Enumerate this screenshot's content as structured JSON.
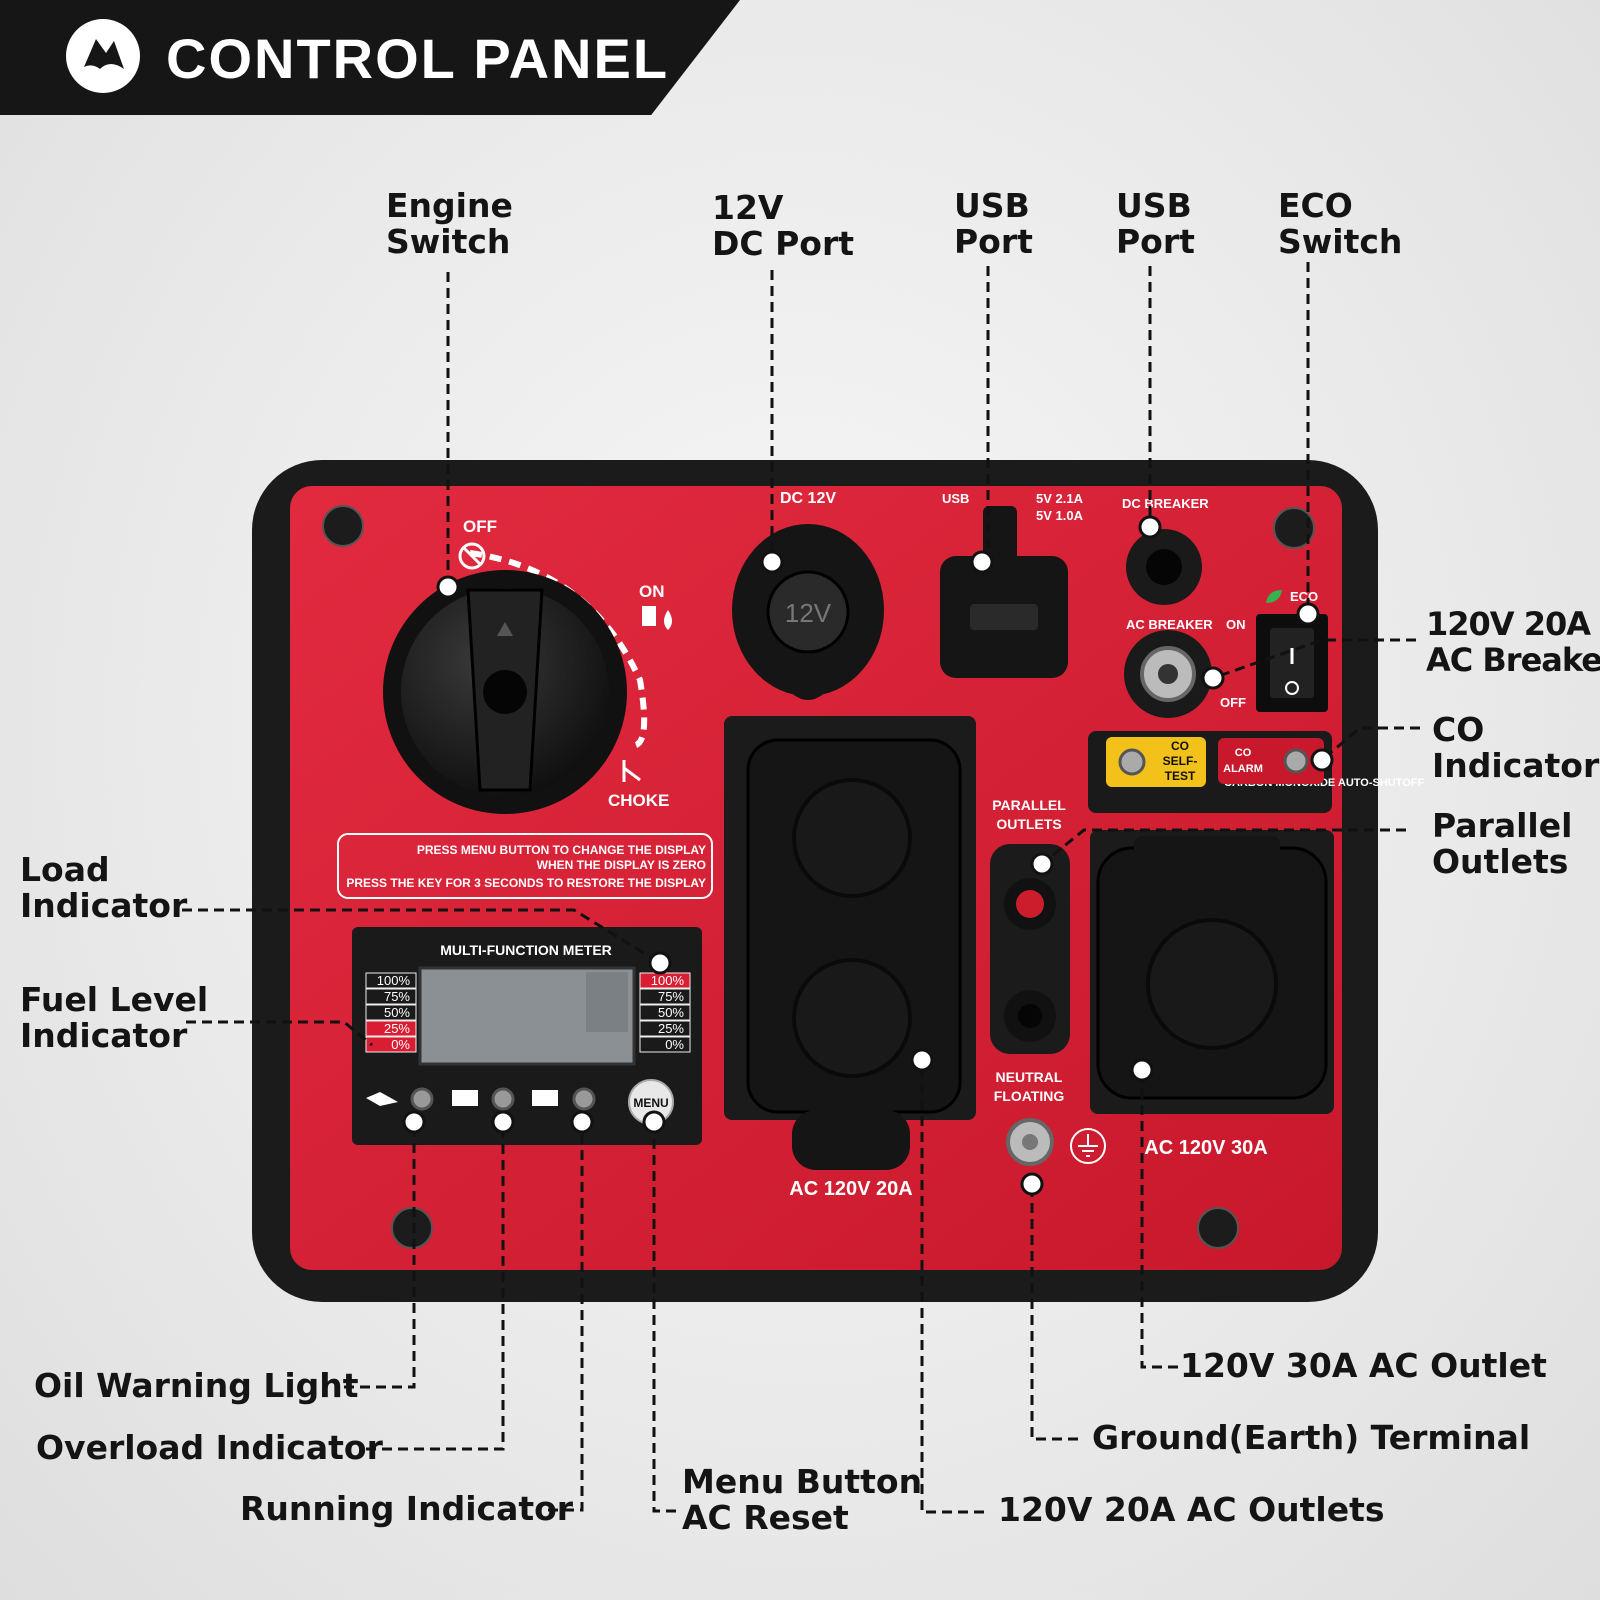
{
  "header": {
    "title": "CONTROL PANEL",
    "logo_icon": "brand-logo-icon"
  },
  "callouts": {
    "engine_switch": [
      "Engine",
      "Switch"
    ],
    "dc_port": [
      "12V",
      "DC Port"
    ],
    "usb_port_1": [
      "USB",
      "Port"
    ],
    "usb_port_2": [
      "USB",
      "Port"
    ],
    "eco_switch": [
      "ECO",
      "Switch"
    ],
    "ac_breaker": [
      "120V 20A",
      "AC Breaker"
    ],
    "co_indicator": [
      "CO",
      "Indicator"
    ],
    "parallel_outlets": [
      "Parallel",
      "Outlets"
    ],
    "load_indicator": [
      "Load",
      "Indicator"
    ],
    "fuel_level_indicator": [
      "Fuel Level",
      "Indicator"
    ],
    "oil_warning_light": "Oil Warning Light",
    "overload_indicator": "Overload Indicator",
    "running_indicator": "Running Indicator",
    "menu_button": [
      "Menu Button",
      "AC Reset"
    ],
    "ac_outlets_20a": "120V 20A AC Outlets",
    "ground_terminal": "Ground(Earth) Terminal",
    "ac_outlet_30a": "120V 30A AC Outlet"
  },
  "panel": {
    "engine_switch_off": "OFF",
    "engine_switch_on": "ON",
    "engine_switch_choke": "CHOKE",
    "dc_port_label": "DC 12V",
    "dc_port_cap": "12V",
    "usb_label": "USB",
    "usb_rating_1": "5V 2.1A",
    "usb_rating_2": "5V 1.0A",
    "dc_breaker_label": "DC BREAKER",
    "ac_breaker_label": "AC BREAKER",
    "ac_breaker_on": "ON",
    "ac_breaker_off": "OFF",
    "eco_label": "ECO",
    "co_self_test": [
      "CO",
      "SELF-",
      "TEST"
    ],
    "co_alarm": [
      "CO",
      "ALARM"
    ],
    "co_shutoff": "CARBON MONOXIDE AUTO-SHUTOFF",
    "parallel_label": [
      "PARALLEL",
      "OUTLETS"
    ],
    "neutral_label": [
      "NEUTRAL",
      "FLOATING"
    ],
    "outlet_20a_label": "AC 120V 20A",
    "outlet_30a_label": "AC 120V 30A",
    "instructions": [
      "PRESS MENU BUTTON TO CHANGE THE DISPLAY",
      "WHEN THE DISPLAY IS ZERO",
      "PRESS THE KEY FOR 3 SECONDS TO RESTORE THE DISPLAY"
    ],
    "meter_title": "MULTI-FUNCTION METER",
    "fuel_scale": [
      "100%",
      "75%",
      "50%",
      "25%",
      "0%"
    ],
    "load_scale": [
      "100%",
      "75%",
      "50%",
      "25%",
      "0%"
    ],
    "menu_button": "MENU"
  },
  "colors": {
    "panel_red": "#d91e33",
    "frame": "#1b1b1b",
    "banner": "#161616",
    "co_yellow": "#f2c21b"
  }
}
